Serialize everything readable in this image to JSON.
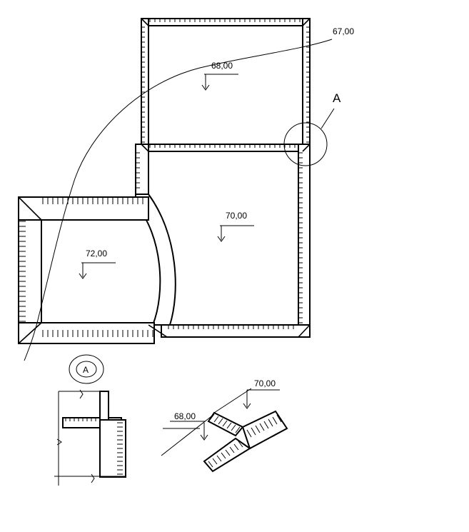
{
  "plan": {
    "contour_label": "67,00",
    "upper_room_level": "68,00",
    "lower_room_level": "70,00",
    "left_room_level": "72,00",
    "callout_letter": "A"
  },
  "detail_a": {
    "marker_letter": "A"
  },
  "isometric": {
    "level_low": "68,00",
    "level_high": "70,00"
  }
}
